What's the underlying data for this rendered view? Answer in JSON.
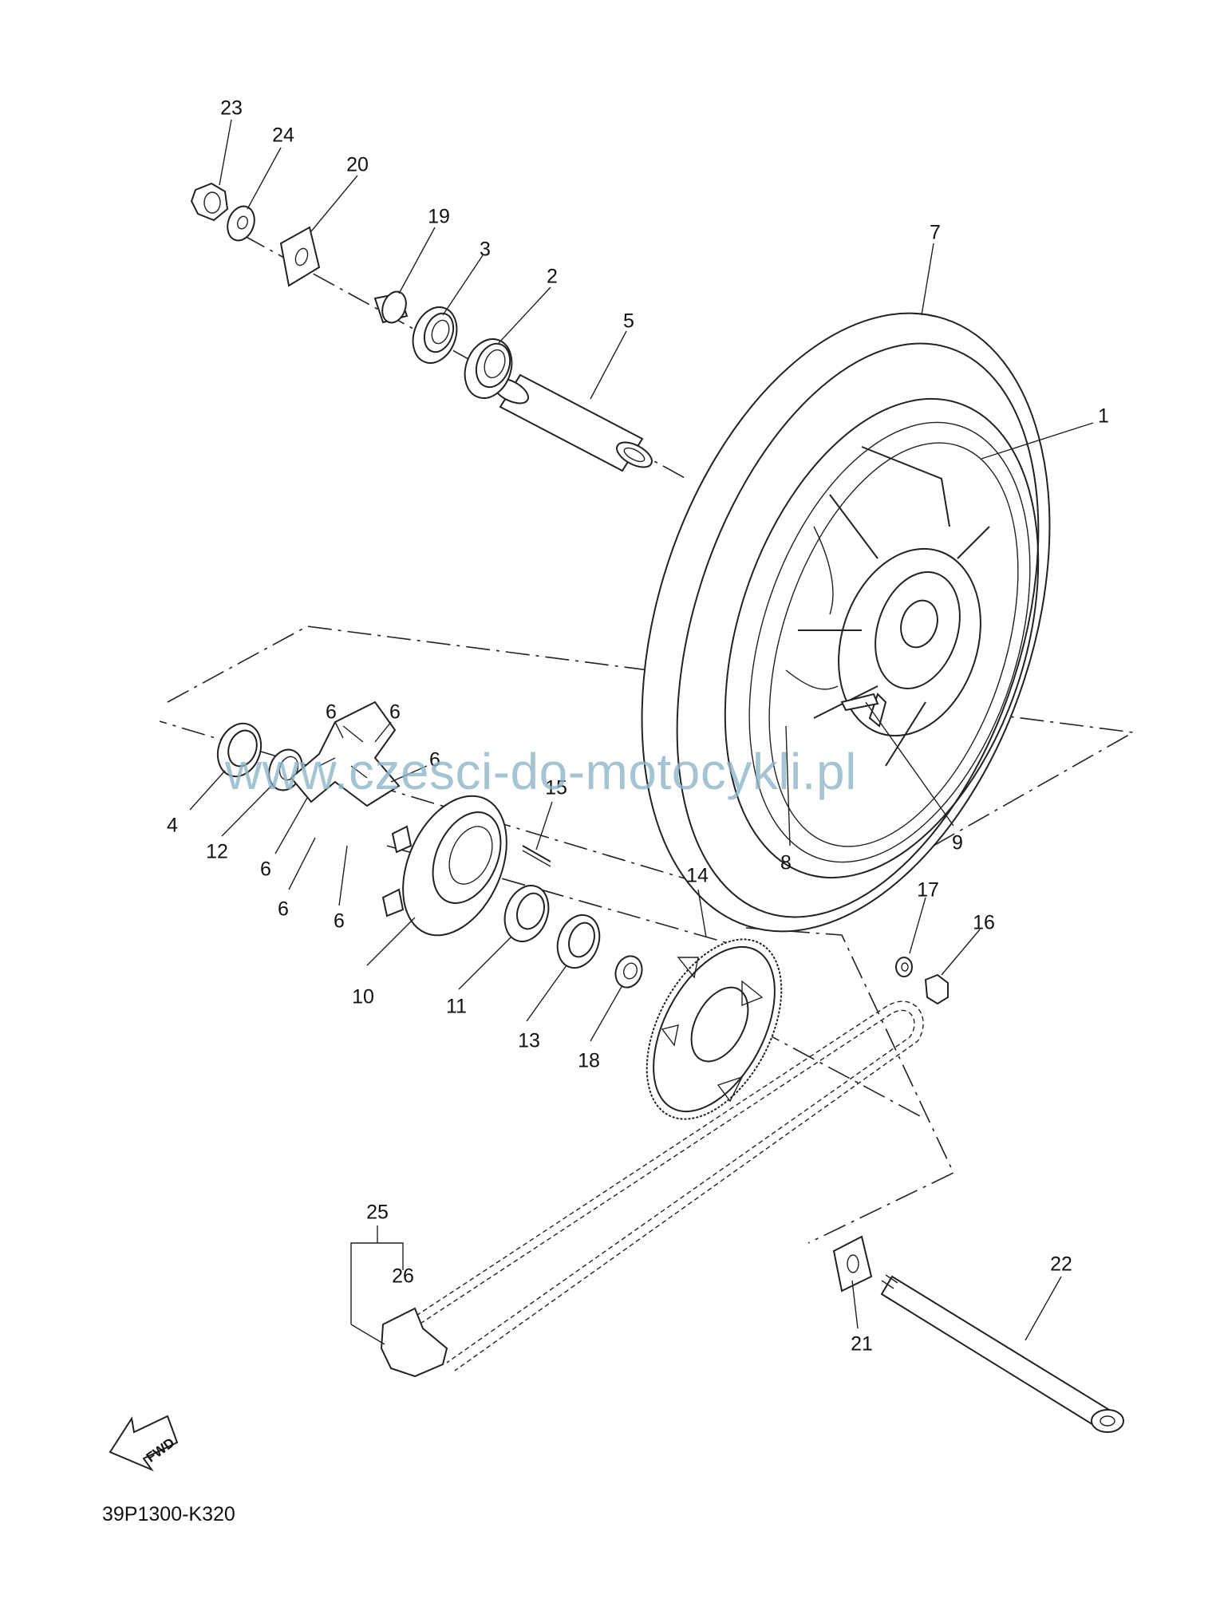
{
  "diagram": {
    "labels": [
      "1",
      "2",
      "3",
      "4",
      "5",
      "6",
      "6",
      "6",
      "6",
      "6",
      "6",
      "7",
      "8",
      "9",
      "10",
      "11",
      "12",
      "13",
      "14",
      "15",
      "16",
      "17",
      "18",
      "19",
      "20",
      "21",
      "22",
      "23",
      "24",
      "25",
      "26"
    ],
    "watermark": "www.czesci-do-motocykli.pl",
    "code": "39P1300-K320",
    "fwd": "FWD"
  }
}
